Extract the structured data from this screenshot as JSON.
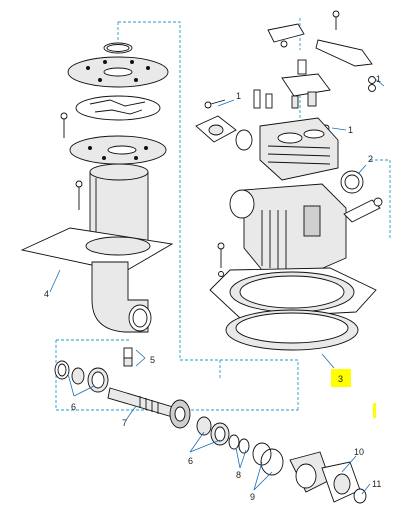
{
  "labels": {
    "l1a": "1",
    "l1b": "1",
    "l1c": "1",
    "l2": "2",
    "l3": "3",
    "l4": "4",
    "l5": "5",
    "l6a": "6",
    "l6b": "6",
    "l7": "7",
    "l8": "8",
    "l9": "9",
    "l10": "10",
    "l11": "11"
  },
  "colors": {
    "highlight": "#ffff00",
    "leader": "#1a6fb8",
    "dash": "#1aa0c8"
  }
}
